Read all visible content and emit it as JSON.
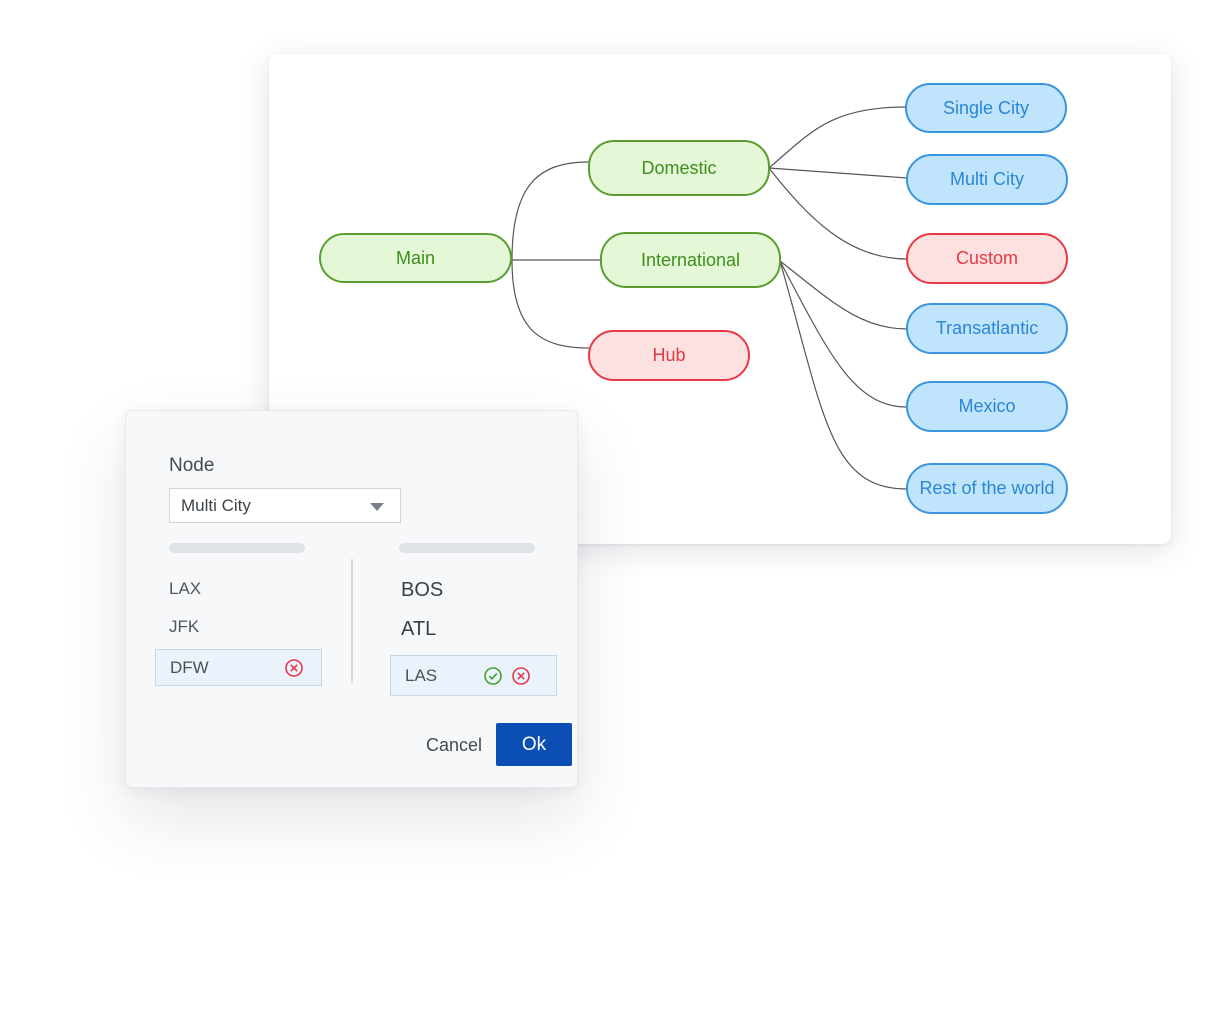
{
  "diagram": {
    "nodes": {
      "main": "Main",
      "domestic": "Domestic",
      "international": "International",
      "hub": "Hub",
      "single_city": "Single City",
      "multi_city": "Multi City",
      "custom": "Custom",
      "transatlantic": "Transatlantic",
      "mexico": "Mexico",
      "rest_of_world": "Rest of the world"
    },
    "colors": {
      "green": "#5a9e32",
      "red": "#e83a46",
      "blue": "#3b94de"
    }
  },
  "dialog": {
    "node_label": "Node",
    "node_select_value": "Multi City",
    "left_list": [
      "LAX",
      "JFK"
    ],
    "left_chip": "DFW",
    "right_list": [
      "BOS",
      "ATL"
    ],
    "right_chip": "LAS",
    "cancel_label": "Cancel",
    "ok_label": "Ok"
  }
}
